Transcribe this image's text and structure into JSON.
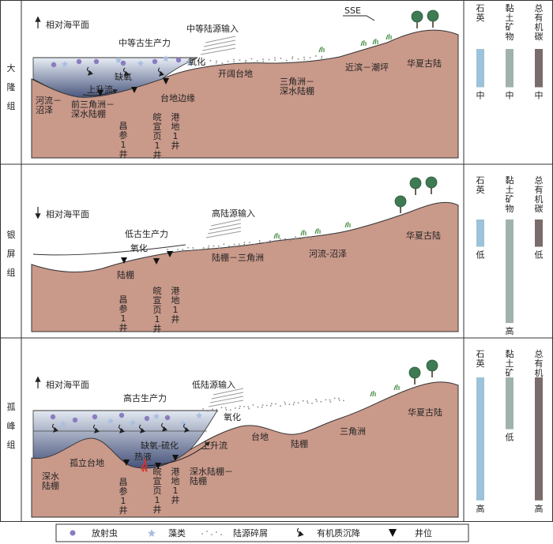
{
  "panels": [
    {
      "formation": [
        "大",
        "隆",
        "组"
      ],
      "sea_level_label": "相对海平面",
      "sea_level_trend": "rising",
      "productivity": "中等古生产力",
      "terrigenous_input": "中等陆源输入",
      "direction_label": "SSE",
      "labels": {
        "oxidation": "氧化",
        "anoxic": "缺氧",
        "upwelling": "上升流",
        "fluvial_swamp": [
          "河流－",
          "沼泽"
        ],
        "prodelta": [
          "前三角洲－",
          "深水陆棚"
        ],
        "platform_margin": "台地边缘",
        "open_platform": "开阔台地",
        "delta_deep_shelf": [
          "三角洲－",
          "深水陆棚"
        ],
        "nearshore_tidal": "近滨－潮坪",
        "huaxia": "华夏古陆"
      },
      "wells": [
        {
          "name": [
            "昌",
            "参",
            "1",
            "井"
          ]
        },
        {
          "name": [
            "皖",
            "宣",
            "页",
            "1",
            "井"
          ]
        },
        {
          "name": [
            "港",
            "地",
            "1",
            "井"
          ]
        }
      ],
      "columns": [
        {
          "header": [
            "石",
            "英"
          ],
          "value_label": "中",
          "level": 0.5
        },
        {
          "header": [
            "黏",
            "土",
            "矿",
            "物"
          ],
          "value_label": "中",
          "level": 0.5
        },
        {
          "header": [
            "总",
            "有",
            "机",
            "碳"
          ],
          "value_label": "中",
          "level": 0.5
        }
      ]
    },
    {
      "formation": [
        "银",
        "屏",
        "组"
      ],
      "sea_level_label": "相对海平面",
      "sea_level_trend": "falling",
      "productivity": "低古生产力",
      "terrigenous_input": "高陆源输入",
      "labels": {
        "oxidation": "氧化",
        "shelf": "陆棚",
        "shelf_delta": "陆棚－三角洲",
        "fluvial_swamp": "河流-沼泽",
        "huaxia": "华夏古陆"
      },
      "wells": [
        {
          "name": [
            "昌",
            "参",
            "1",
            "井"
          ]
        },
        {
          "name": [
            "皖",
            "宣",
            "页",
            "1",
            "井"
          ]
        },
        {
          "name": [
            "港",
            "地",
            "1",
            "井"
          ]
        }
      ],
      "columns": [
        {
          "header": [
            "石",
            "英"
          ],
          "value_label": "低",
          "level": 0.25
        },
        {
          "header": [
            "黏",
            "土",
            "矿",
            "物"
          ],
          "value_label": "高",
          "level": 0.95
        },
        {
          "header": [
            "总",
            "有",
            "机",
            "碳"
          ],
          "value_label": "低",
          "level": 0.25
        }
      ]
    },
    {
      "formation": [
        "孤",
        "峰",
        "组"
      ],
      "sea_level_label": "相对海平面",
      "sea_level_trend": "rising",
      "productivity": "高古生产力",
      "terrigenous_input": "低陆源输入",
      "labels": {
        "oxidation": "氧化",
        "anoxic_sulfidic": "缺氧-硫化",
        "hydrothermal": "热液",
        "upwelling": "上升流",
        "isolated_platform": "孤立台地",
        "deep_shelf_left": [
          "深水",
          "陆棚"
        ],
        "deep_shelf_right": [
          "深水陆棚－",
          "陆棚"
        ],
        "platform": "台地",
        "shelf": "陆棚",
        "delta": "三角洲",
        "huaxia": "华夏古陆"
      },
      "wells": [
        {
          "name": [
            "昌",
            "参",
            "1",
            "井"
          ]
        },
        {
          "name": [
            "皖",
            "宣",
            "页",
            "1",
            "井"
          ]
        },
        {
          "name": [
            "港",
            "地",
            "1",
            "井"
          ]
        }
      ],
      "columns": [
        {
          "header": [
            "石",
            "英"
          ],
          "value_label": "高",
          "level": 0.95
        },
        {
          "header": [
            "黏",
            "土",
            "矿",
            "物"
          ],
          "value_label": "低",
          "level": 0.4
        },
        {
          "header": [
            "总",
            "有",
            "机",
            "碳"
          ],
          "value_label": "高",
          "level": 0.95
        }
      ]
    }
  ],
  "legend": [
    {
      "icon": "radiolarian-dot",
      "label": "放射虫"
    },
    {
      "icon": "algae-star",
      "label": "藻类"
    },
    {
      "icon": "terrigenous-dots",
      "label": "陆源碎屑"
    },
    {
      "icon": "organic-settling-arrow",
      "label": "有机质沉降"
    },
    {
      "icon": "well-triangle",
      "label": "井位"
    }
  ],
  "colors": {
    "land": "#c9998a",
    "land_stroke": "#333333",
    "water_top": "#dfe6f1",
    "water_bottom": "#4b587f",
    "radiolarian": "#8a7cc0",
    "algae": "#a9bfe0",
    "quartz": "#9cc3d9",
    "clay": "#9fb2ac",
    "toc": "#7a6c6a",
    "tree": "#3e7a52",
    "grass": "#3f8a3a",
    "hydrothermal": "#d9302a"
  }
}
